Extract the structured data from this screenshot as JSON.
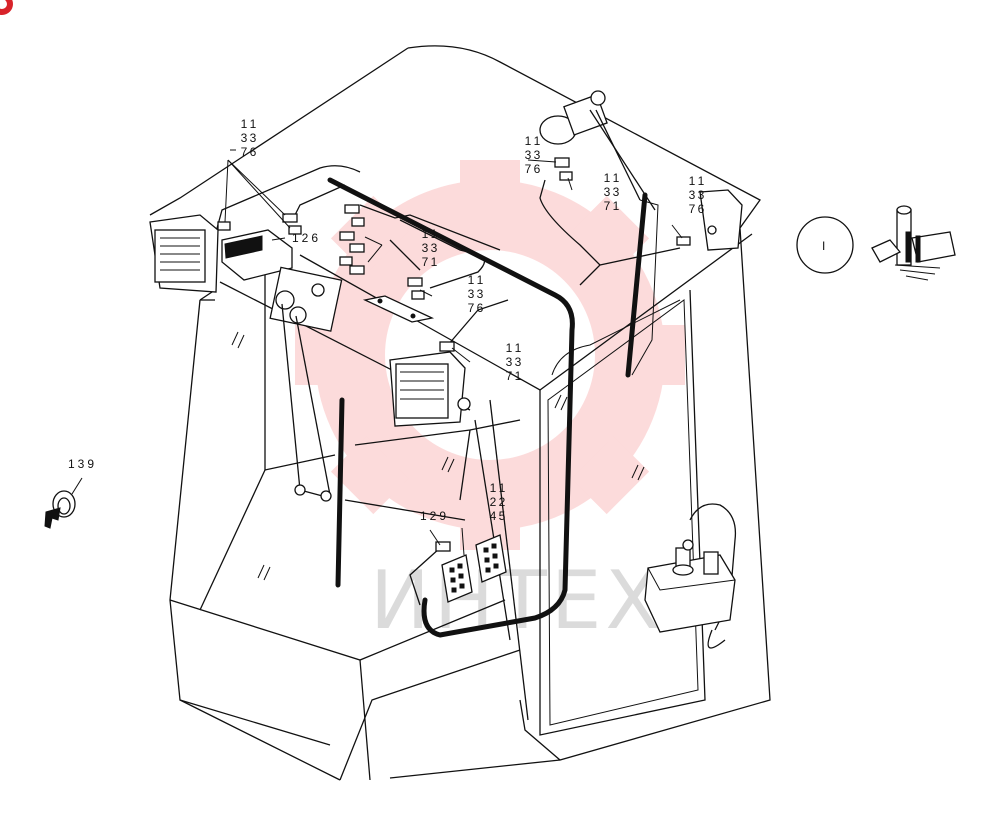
{
  "watermark": {
    "text": "ИНТЕХ",
    "gear_color": "#f23b3b"
  },
  "corner_badge": {
    "color": "#d8232a"
  },
  "part_labels": [
    {
      "id": "p137-136-a",
      "lines": [
        "137",
        "136"
      ]
    },
    {
      "id": "p126",
      "lines": [
        "126"
      ]
    },
    {
      "id": "p137-131-a",
      "lines": [
        "137",
        "131"
      ]
    },
    {
      "id": "p137-136-b",
      "lines": [
        "137",
        "136"
      ]
    },
    {
      "id": "p137-131-b",
      "lines": [
        "137",
        "131"
      ]
    },
    {
      "id": "p137-136-c",
      "lines": [
        "137",
        "136"
      ]
    },
    {
      "id": "p137-131-c",
      "lines": [
        "137",
        "131"
      ]
    },
    {
      "id": "p137-136-d",
      "lines": [
        "137",
        "136"
      ]
    },
    {
      "id": "p139",
      "lines": [
        "139"
      ]
    },
    {
      "id": "p129",
      "lines": [
        "129"
      ]
    },
    {
      "id": "p124-125",
      "lines": [
        "124",
        "125"
      ]
    }
  ],
  "legend": {
    "circle_text": "I"
  }
}
